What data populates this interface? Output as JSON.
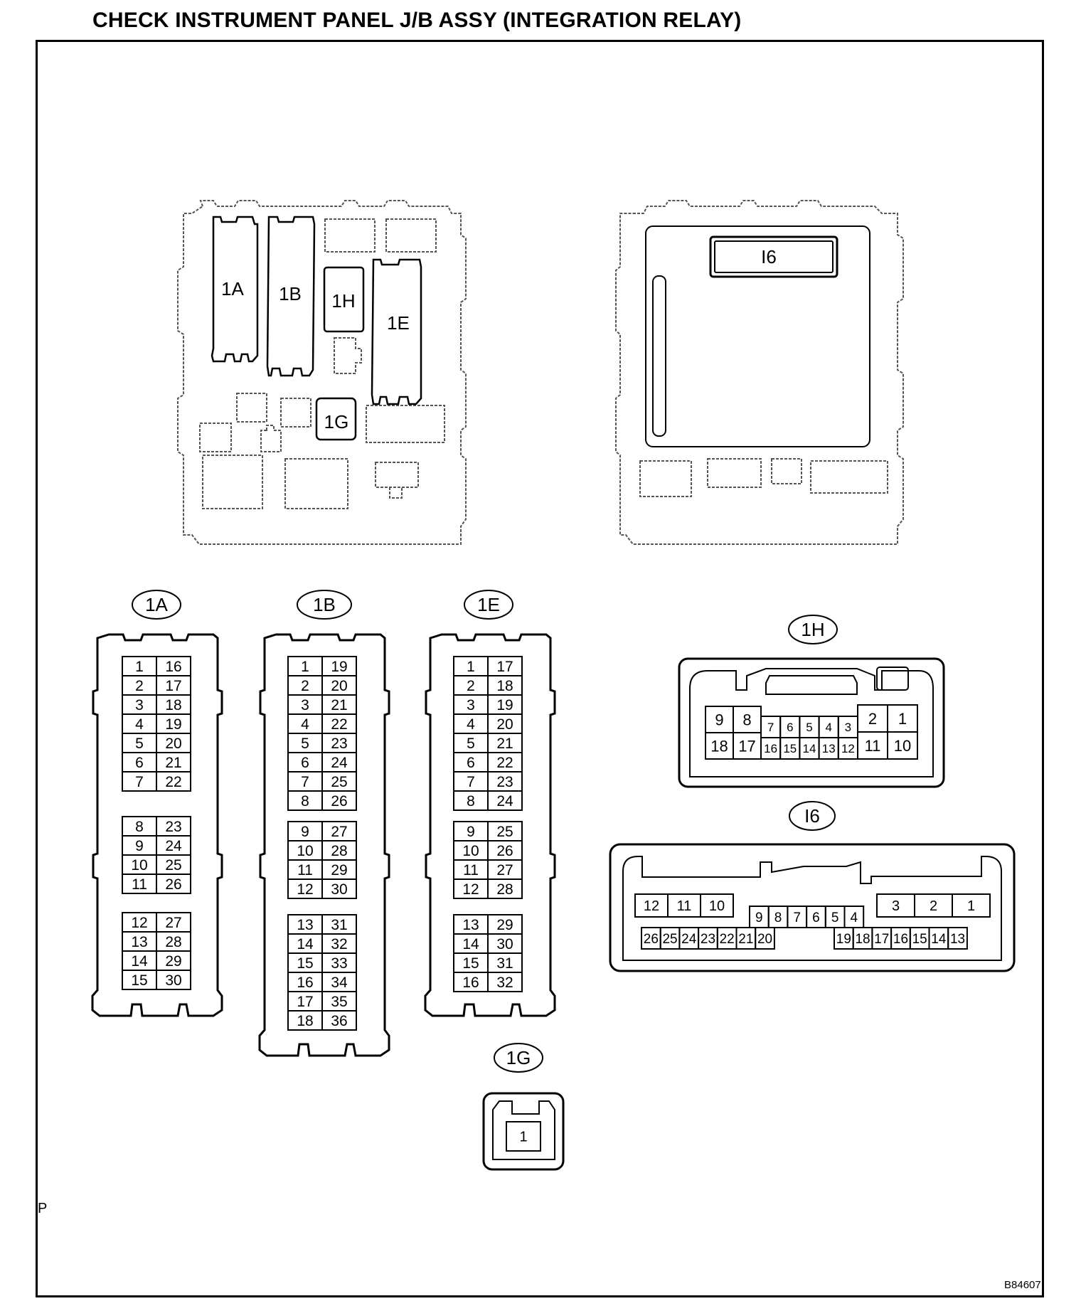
{
  "title": "CHECK INSTRUMENT PANEL J/B ASSY (INTEGRATION RELAY)",
  "figure_code": "B84607",
  "corner_mark": "P",
  "overview": {
    "left_labels": [
      "1A",
      "1B",
      "1H",
      "1E",
      "1G"
    ],
    "right_labels": [
      "I6"
    ]
  },
  "connectors": {
    "c1A": {
      "label": "1A",
      "blocks": [
        [
          [
            "1",
            "16"
          ],
          [
            "2",
            "17"
          ],
          [
            "3",
            "18"
          ],
          [
            "4",
            "19"
          ],
          [
            "5",
            "20"
          ],
          [
            "6",
            "21"
          ],
          [
            "7",
            "22"
          ]
        ],
        [
          [
            "8",
            "23"
          ],
          [
            "9",
            "24"
          ],
          [
            "10",
            "25"
          ],
          [
            "11",
            "26"
          ]
        ],
        [
          [
            "12",
            "27"
          ],
          [
            "13",
            "28"
          ],
          [
            "14",
            "29"
          ],
          [
            "15",
            "30"
          ]
        ]
      ]
    },
    "c1B": {
      "label": "1B",
      "blocks": [
        [
          [
            "1",
            "19"
          ],
          [
            "2",
            "20"
          ],
          [
            "3",
            "21"
          ],
          [
            "4",
            "22"
          ],
          [
            "5",
            "23"
          ],
          [
            "6",
            "24"
          ],
          [
            "7",
            "25"
          ],
          [
            "8",
            "26"
          ]
        ],
        [
          [
            "9",
            "27"
          ],
          [
            "10",
            "28"
          ],
          [
            "11",
            "29"
          ],
          [
            "12",
            "30"
          ]
        ],
        [
          [
            "13",
            "31"
          ],
          [
            "14",
            "32"
          ],
          [
            "15",
            "33"
          ],
          [
            "16",
            "34"
          ],
          [
            "17",
            "35"
          ],
          [
            "18",
            "36"
          ]
        ]
      ]
    },
    "c1E": {
      "label": "1E",
      "blocks": [
        [
          [
            "1",
            "17"
          ],
          [
            "2",
            "18"
          ],
          [
            "3",
            "19"
          ],
          [
            "4",
            "20"
          ],
          [
            "5",
            "21"
          ],
          [
            "6",
            "22"
          ],
          [
            "7",
            "23"
          ],
          [
            "8",
            "24"
          ]
        ],
        [
          [
            "9",
            "25"
          ],
          [
            "10",
            "26"
          ],
          [
            "11",
            "27"
          ],
          [
            "12",
            "28"
          ]
        ],
        [
          [
            "13",
            "29"
          ],
          [
            "14",
            "30"
          ],
          [
            "15",
            "31"
          ],
          [
            "16",
            "32"
          ]
        ]
      ]
    },
    "c1H": {
      "label": "1H",
      "left_top": [
        "9",
        "8"
      ],
      "left_bottom": [
        "18",
        "17"
      ],
      "mid_top": [
        "7",
        "6",
        "5",
        "4",
        "3"
      ],
      "mid_bottom": [
        "16",
        "15",
        "14",
        "13",
        "12"
      ],
      "right_top": [
        "2",
        "1"
      ],
      "right_bottom": [
        "11",
        "10"
      ]
    },
    "cI6": {
      "label": "I6",
      "top_left": [
        "12",
        "11",
        "10"
      ],
      "top_mid": [
        "9",
        "8",
        "7",
        "6",
        "5",
        "4"
      ],
      "top_right": [
        "3",
        "2",
        "1"
      ],
      "bottom_left": [
        "26",
        "25",
        "24",
        "23",
        "22",
        "21",
        "20"
      ],
      "bottom_right": [
        "19",
        "18",
        "17",
        "16",
        "15",
        "14",
        "13"
      ]
    },
    "c1G": {
      "label": "1G",
      "pins": [
        "1"
      ]
    }
  }
}
